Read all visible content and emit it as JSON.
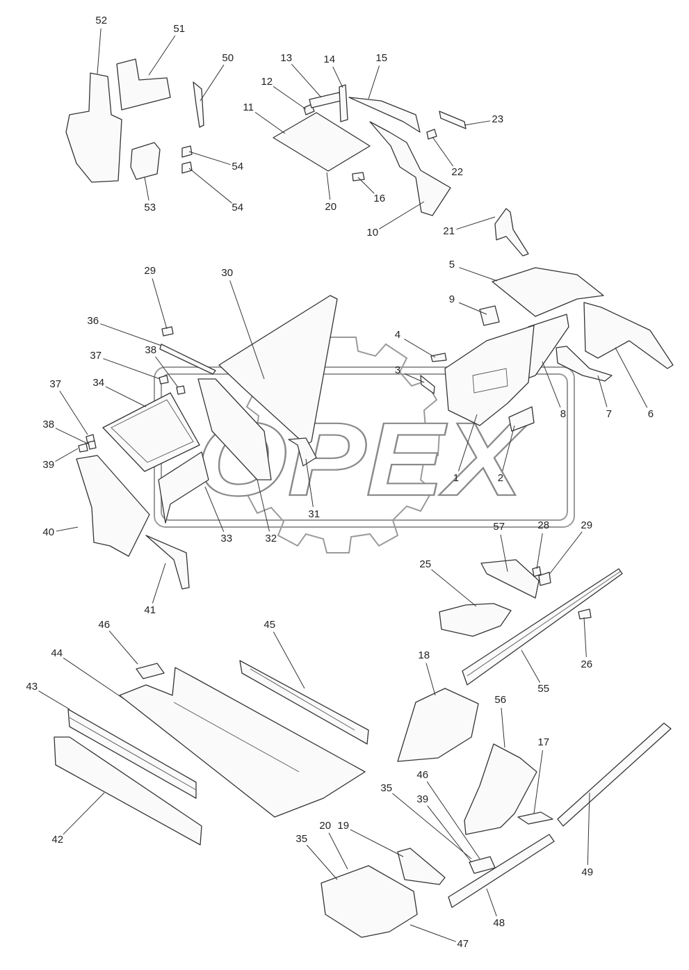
{
  "watermark": {
    "brand": "OPEX"
  },
  "callouts": [
    "1",
    "2",
    "3",
    "4",
    "5",
    "6",
    "7",
    "8",
    "9",
    "10",
    "11",
    "12",
    "13",
    "14",
    "15",
    "16",
    "17",
    "18",
    "19",
    "20",
    "20",
    "21",
    "22",
    "23",
    "25",
    "26",
    "28",
    "29",
    "29",
    "30",
    "31",
    "32",
    "33",
    "34",
    "35",
    "35",
    "36",
    "37",
    "37",
    "38",
    "38",
    "39",
    "39",
    "40",
    "41",
    "42",
    "43",
    "44",
    "45",
    "46",
    "46",
    "47",
    "48",
    "49",
    "50",
    "51",
    "52",
    "53",
    "54",
    "54",
    "55",
    "56",
    "57"
  ]
}
